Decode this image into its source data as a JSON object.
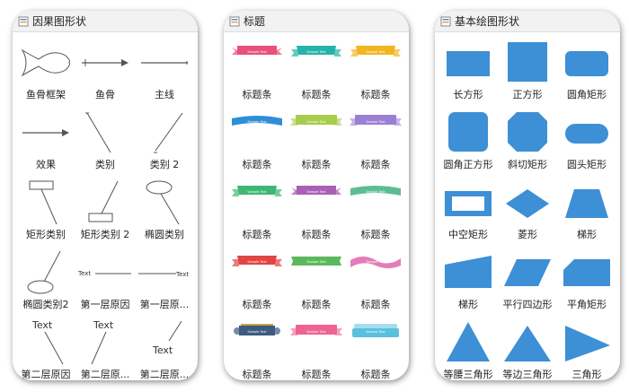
{
  "panels": [
    {
      "title": "因果图形状",
      "items": [
        {
          "label": "鱼骨框架",
          "icon": "fish-frame-icon"
        },
        {
          "label": "鱼骨",
          "icon": "fishbone-arrow-icon"
        },
        {
          "label": "主线",
          "icon": "main-line-icon"
        },
        {
          "label": "效果",
          "icon": "effect-arrow-icon"
        },
        {
          "label": "类别",
          "icon": "category-line-icon"
        },
        {
          "label": "类别 2",
          "icon": "category-line-2-icon"
        },
        {
          "label": "矩形类别",
          "icon": "rect-category-icon"
        },
        {
          "label": "矩形类别 2",
          "icon": "rect-category-2-icon"
        },
        {
          "label": "椭圆类别",
          "icon": "ellipse-category-icon"
        },
        {
          "label": "椭圆类别2",
          "icon": "ellipse-category-2-icon"
        },
        {
          "label": "第一层原因",
          "icon": "first-level-cause-icon",
          "text": "Text"
        },
        {
          "label": "第一层原...",
          "icon": "first-level-cause-2-icon",
          "text": "Text"
        },
        {
          "label": "第二层原因",
          "icon": "second-level-cause-icon",
          "text": "Text"
        },
        {
          "label": "第二层原...",
          "icon": "second-level-cause-2-icon",
          "text": "Text"
        },
        {
          "label": "第二层原...",
          "icon": "second-level-cause-3-icon",
          "text": "Text"
        }
      ]
    },
    {
      "title": "标题",
      "items": [
        {
          "label": "标题条",
          "color": "#e8507a",
          "variant": "notched"
        },
        {
          "label": "标题条",
          "color": "#24b3a8",
          "variant": "ribbon"
        },
        {
          "label": "标题条",
          "color": "#f2b51f",
          "variant": "ribbon"
        },
        {
          "label": "标题条",
          "color": "#2f8ed6",
          "variant": "curved"
        },
        {
          "label": "标题条",
          "color": "#a6cd4b",
          "variant": "folded"
        },
        {
          "label": "标题条",
          "color": "#9b7fd4",
          "variant": "folded"
        },
        {
          "label": "标题条",
          "color": "#3db872",
          "variant": "ribbon"
        },
        {
          "label": "标题条",
          "color": "#a85fb5",
          "variant": "notched"
        },
        {
          "label": "标题条",
          "color": "#5cbd93",
          "variant": "curved"
        },
        {
          "label": "标题条",
          "color": "#e24444",
          "variant": "ribbon"
        },
        {
          "label": "标题条",
          "color": "#5cb85c",
          "variant": "flat"
        },
        {
          "label": "标题条",
          "color": "#e57bb8",
          "variant": "wave"
        },
        {
          "label": "标题条",
          "color": "#3d5a80",
          "variant": "ornate"
        },
        {
          "label": "标题条",
          "color": "#f06292",
          "variant": "folded"
        },
        {
          "label": "标题条",
          "color": "#5bc0de",
          "variant": "scroll"
        }
      ],
      "banner_text": "Sample Text"
    },
    {
      "title": "基本绘图形状",
      "fill": "#3d8fd6",
      "items": [
        {
          "label": "长方形",
          "shape": "rect"
        },
        {
          "label": "正方形",
          "shape": "square"
        },
        {
          "label": "圆角矩形",
          "shape": "rounded-rect"
        },
        {
          "label": "圆角正方形",
          "shape": "rounded-square"
        },
        {
          "label": "斜切矩形",
          "shape": "bevel-rect"
        },
        {
          "label": "圆头矩形",
          "shape": "pill"
        },
        {
          "label": "中空矩形",
          "shape": "hollow-rect"
        },
        {
          "label": "菱形",
          "shape": "diamond"
        },
        {
          "label": "梯形",
          "shape": "trapezoid"
        },
        {
          "label": "梯形",
          "shape": "right-trapezoid"
        },
        {
          "label": "平行四边形",
          "shape": "parallelogram"
        },
        {
          "label": "平角矩形",
          "shape": "cut-corner-rect"
        },
        {
          "label": "等腰三角形",
          "shape": "isosceles-triangle"
        },
        {
          "label": "等边三角形",
          "shape": "equilateral-triangle"
        },
        {
          "label": "三角形",
          "shape": "right-triangle"
        }
      ]
    }
  ]
}
